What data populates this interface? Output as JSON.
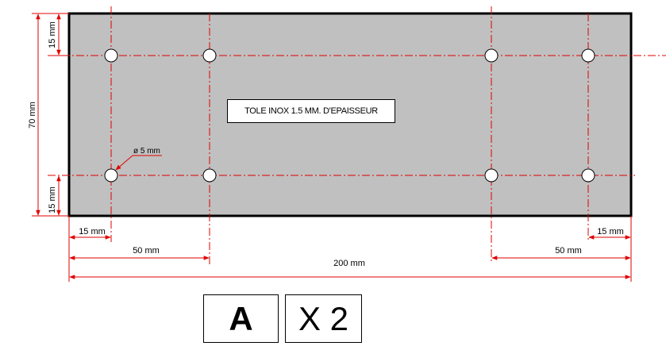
{
  "plate": {
    "material_note": "TOLE INOX 1.5 MM. D'EPAISSEUR",
    "fill_color": "#c0c0c0",
    "outline_color": "#000000"
  },
  "dimensions": {
    "height_total": "70 mm",
    "top_offset": "15 mm",
    "bottom_offset": "15 mm",
    "left_offset": "15 mm",
    "right_offset": "15 mm",
    "left_spacing": "50 mm",
    "right_spacing": "50 mm",
    "width_total": "200 mm",
    "hole_diameter": "ø 5 mm"
  },
  "centerline_color": "#e00000",
  "part_letter": "A",
  "quantity": "X 2"
}
